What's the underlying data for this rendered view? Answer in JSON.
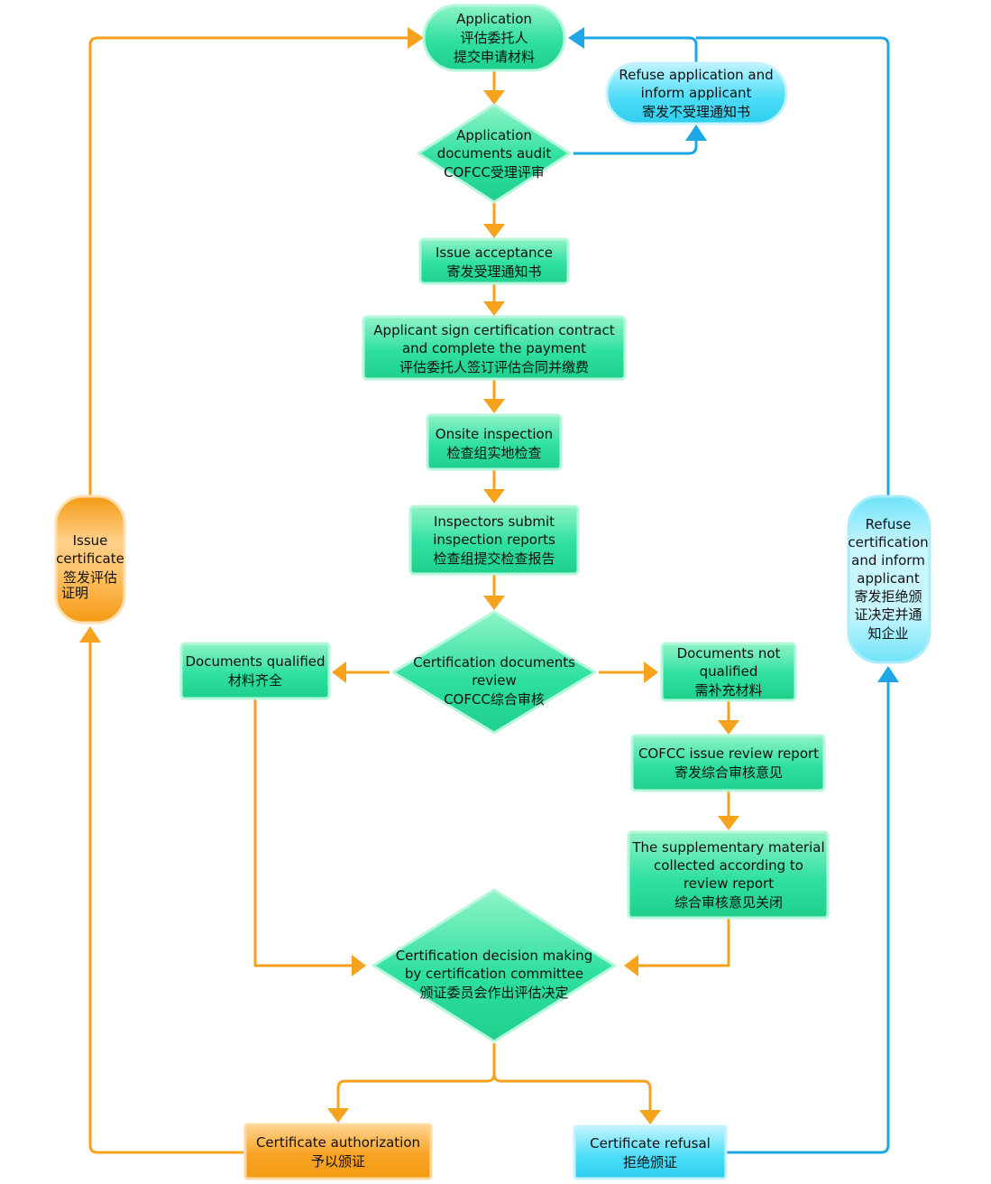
{
  "colors": {
    "green_fill": "#2fe0a0",
    "green_light": "#a8f7d6",
    "green_stroke": "#9df4cf",
    "cyan_fill": "#3ed8f6",
    "cyan_light": "#c8f6ff",
    "orange_fill": "#f7a21e",
    "orange_light": "#ffd08a",
    "arrow_orange": "#f6a21c",
    "arrow_blue": "#1ea7e4"
  },
  "nodes": {
    "application": {
      "l1": "Application",
      "l2": "评估委托人",
      "l3": "提交申请材料"
    },
    "audit": {
      "l1": "Application",
      "l2": "documents audit",
      "l3": "COFCC受理评审"
    },
    "refuse_app": {
      "l1": "Refuse application and",
      "l2": "inform applicant",
      "l3": "寄发不受理通知书"
    },
    "acceptance": {
      "l1": "Issue acceptance",
      "l2": "寄发受理通知书"
    },
    "contract": {
      "l1": "Applicant sign certification contract",
      "l2": "and complete the payment",
      "l3": "评估委托人签订评估合同并缴费"
    },
    "onsite": {
      "l1": "Onsite inspection",
      "l2": "检查组实地检查"
    },
    "reports": {
      "l1": "Inspectors submit",
      "l2": "inspection reports",
      "l3": "检查组提交检查报告"
    },
    "review": {
      "l1": "Certification documents",
      "l2": "review",
      "l3": "COFCC综合审核"
    },
    "qualified": {
      "l1": "Documents qualified",
      "l2": "材料齐全"
    },
    "not_qualified": {
      "l1": "Documents not",
      "l2": "qualified",
      "l3": "需补充材料"
    },
    "review_report": {
      "l1": "COFCC issue review report",
      "l2": "寄发综合审核意见"
    },
    "supplementary": {
      "l1": "The supplementary material",
      "l2": "collected according to",
      "l3": "review report",
      "l4": "综合审核意见关闭"
    },
    "decision": {
      "l1": "Certification decision making",
      "l2": "by certification committee",
      "l3": "颁证委员会作出评估决定"
    },
    "authorization": {
      "l1": "Certificate authorization",
      "l2": "予以颁证"
    },
    "refusal": {
      "l1": "Certificate refusal",
      "l2": "拒绝颁证"
    },
    "issue_cert": {
      "l1": "Issue",
      "l2": "certificate",
      "l3": "签发评估",
      "l4": "证明"
    },
    "refuse_cert": {
      "l1": "Refuse",
      "l2": "certification",
      "l3": "and inform",
      "l4": "applicant",
      "l5": "寄发拒绝颁",
      "l6": "证决定并通",
      "l7": "知企业"
    }
  }
}
